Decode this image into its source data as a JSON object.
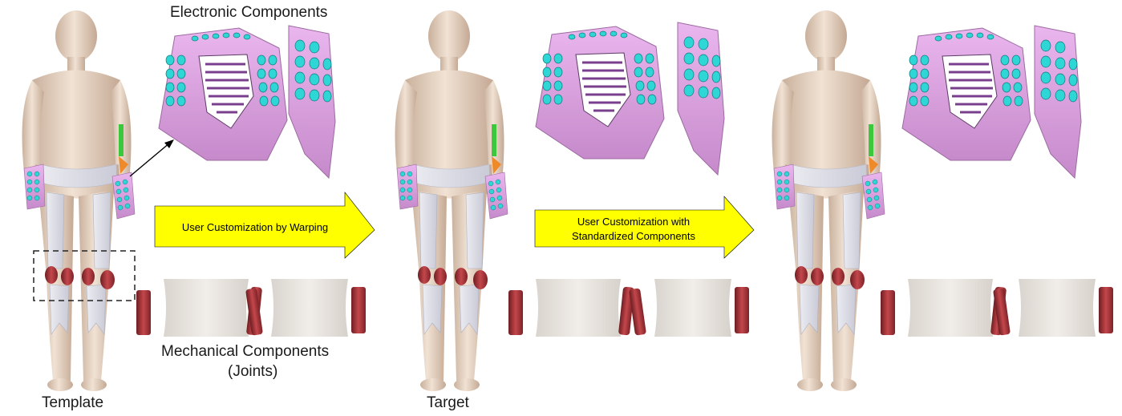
{
  "figure": {
    "labels": {
      "electronic_components": "Electronic Components",
      "mechanical_components_line1": "Mechanical Components",
      "mechanical_components_line2": "(Joints)",
      "template": "Template",
      "target": "Target"
    },
    "arrows": {
      "warping": "User Customization by Warping",
      "standardized_line1": "User Customization with",
      "standardized_line2": "Standardized Components"
    },
    "colors": {
      "skin": "#e9d7c6",
      "skin_shadow": "#c9b09c",
      "housing_pink": "#e3a6e6",
      "housing_pink_dark": "#b77fbd",
      "button_cyan": "#2fd6d6",
      "slot_purple": "#7a3f8c",
      "joint_red": "#a8363a",
      "brace_white": "#ececf2",
      "arrow_yellow": "#ffff00"
    }
  }
}
